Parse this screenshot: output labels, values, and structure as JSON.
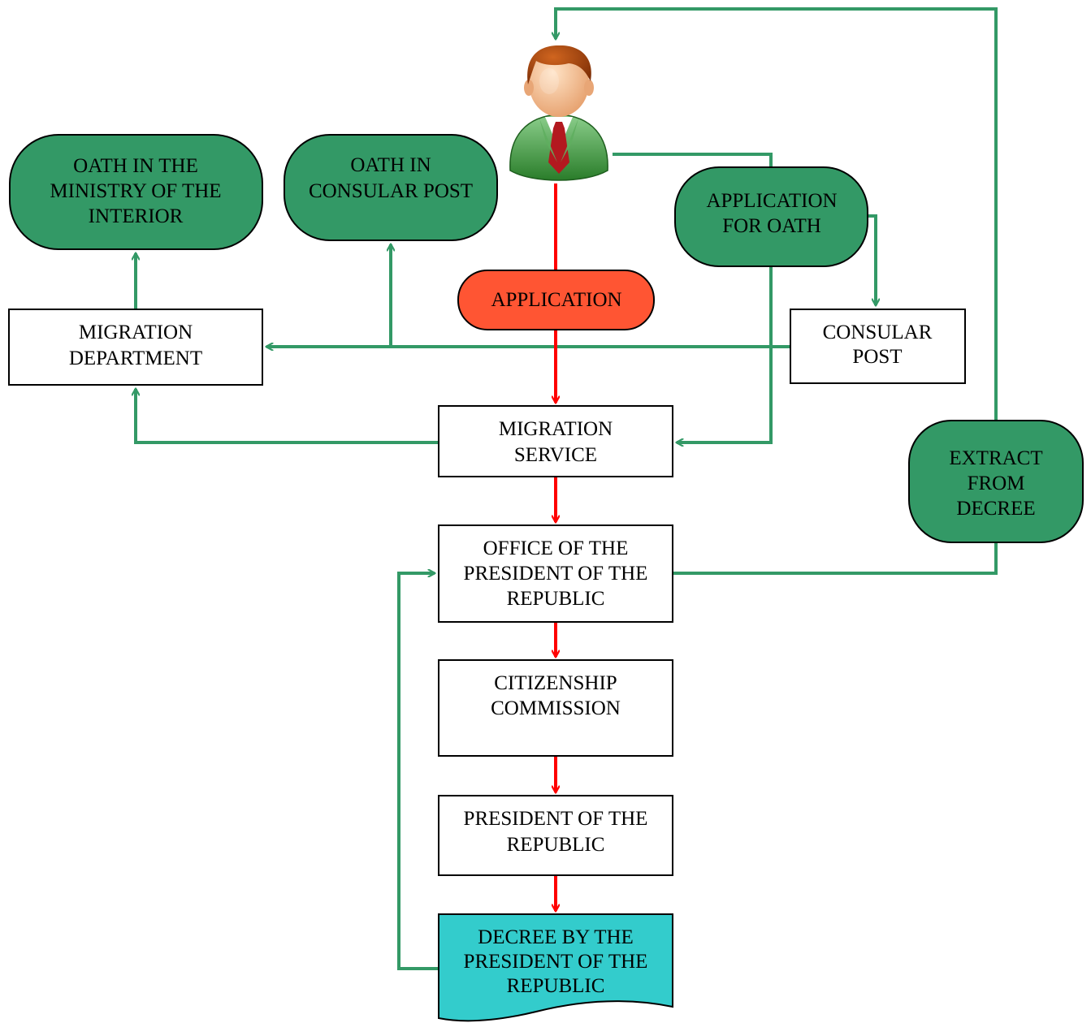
{
  "colors": {
    "green_node": "#339966",
    "green_connector": "#339966",
    "red_connector": "#ff0000",
    "application_node": "#ff5533",
    "decree_node": "#33cccc",
    "process_box": "#ffffff"
  },
  "icons": {
    "applicant": "person-avatar-icon"
  },
  "nodes": {
    "oath_ministry": [
      "OATH IN THE",
      "MINISTRY OF THE",
      "INTERIOR"
    ],
    "oath_consular": [
      "OATH IN",
      "CONSULAR POST"
    ],
    "application_for_oath": [
      "APPLICATION",
      "FOR OATH"
    ],
    "application": [
      "APPLICATION"
    ],
    "migration_department": [
      "MIGRATION",
      "DEPARTMENT"
    ],
    "consular_post": [
      "CONSULAR",
      "POST"
    ],
    "migration_service": [
      "MIGRATION",
      "SERVICE"
    ],
    "extract_from_decree": [
      "EXTRACT",
      "FROM",
      "DECREE"
    ],
    "office_of_president": [
      "OFFICE OF THE",
      "PRESIDENT OF THE",
      "REPUBLIC"
    ],
    "citizenship_commission": [
      "CITIZENSHIP",
      "COMMISSION"
    ],
    "president": [
      "PRESIDENT OF THE",
      "REPUBLIC"
    ],
    "decree": [
      "DECREE BY THE",
      "PRESIDENT OF THE",
      "REPUBLIC"
    ]
  }
}
